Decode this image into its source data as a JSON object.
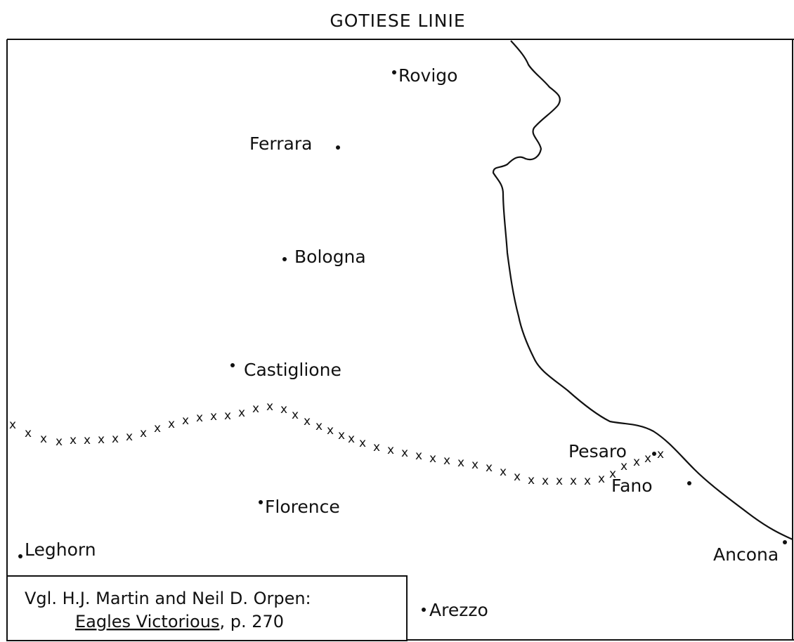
{
  "map": {
    "title": "GOTIESE LINIE",
    "cities": [
      {
        "name": "Rovigo"
      },
      {
        "name": "Ferrara"
      },
      {
        "name": "Bologna"
      },
      {
        "name": "Castiglione"
      },
      {
        "name": "Pesaro"
      },
      {
        "name": "Fano"
      },
      {
        "name": "Florence"
      },
      {
        "name": "Leghorn"
      },
      {
        "name": "Ancona"
      },
      {
        "name": "Arezzo"
      }
    ],
    "line_marker": "x",
    "source": {
      "line1": "Vgl. H.J. Martin and Neil D. Orpen:",
      "book": "Eagles Victorious",
      "page": ", p. 270"
    }
  }
}
